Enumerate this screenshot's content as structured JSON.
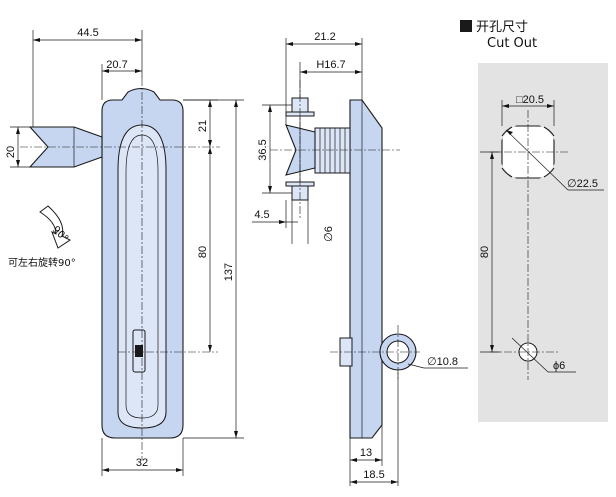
{
  "title": {
    "chinese": "开孔尺寸",
    "english": "Cut Out"
  },
  "rotation_note": "可左右旋转90°",
  "rotation_angle": "90°",
  "front_view": {
    "dims": {
      "overall_width": "44.5",
      "handle_offset": "20.7",
      "top_offset": "21",
      "tongue_height": "20",
      "center_distance": "80",
      "overall_height": "137",
      "body_width": "32"
    }
  },
  "side_view": {
    "dims": {
      "depth": "21.2",
      "height_h": "H16.7",
      "thread_length": "36.5",
      "screw_offset": "4.5",
      "screw_dia": "∅6",
      "ring_dia": "∅10.8",
      "width_13": "13",
      "width_18": "18.5"
    }
  },
  "cutout": {
    "dims": {
      "square": "□20.5",
      "circle_dia": "∅22.5",
      "center_distance": "80",
      "hole_dia": "ϕ6"
    }
  }
}
